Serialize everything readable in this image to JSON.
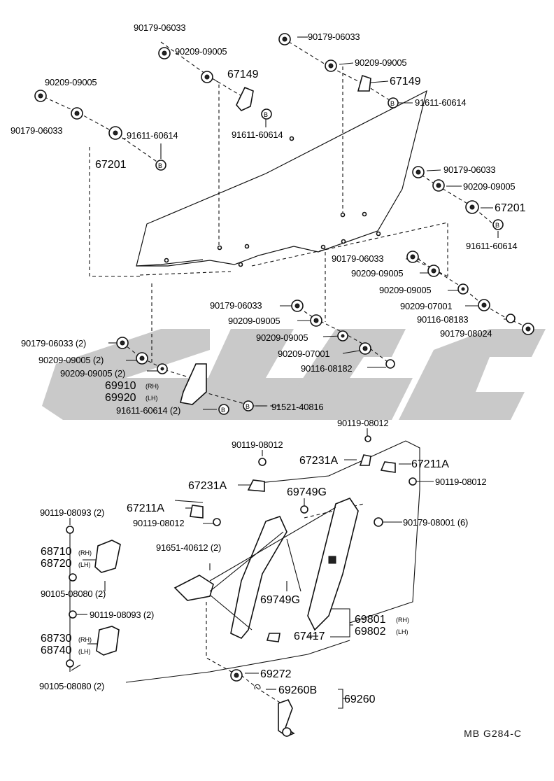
{
  "watermark": {
    "color": "#c9c9c9",
    "icon": "brand-watermark-logo"
  },
  "labels": {
    "a_90179_06033": "90179-06033",
    "a_90209_09005": "90209-09005",
    "a_67149": "67149",
    "a_91611_60614": "91611-60614",
    "b_90179_06033": "90179-06033",
    "b_90209_09005": "90209-09005",
    "b_67149": "67149",
    "b_91611_60614": "91611-60614",
    "c_90209_09005": "90209-09005",
    "c_90179_06033": "90179-06033",
    "c_91611_60614": "91611-60614",
    "c_67201": "67201",
    "d_90179_06033": "90179-06033",
    "d_90209_09005": "90209-09005",
    "d_67201": "67201",
    "d_91611_60614": "91611-60614",
    "e_90179_06033": "90179-06033",
    "e_90209_09005": "90209-09005",
    "e_90209_09005b": "90209-09005",
    "e_90209_07001": "90209-07001",
    "e_90116_08183": "90116-08183",
    "e_90179_08024": "90179-08024",
    "f_90179_06033": "90179-06033",
    "f_90209_09005": "90209-09005",
    "f_90209_09005b": "90209-09005",
    "f_90209_07001": "90209-07001",
    "f_90116_08182": "90116-08182",
    "g_90179_06033": "90179-06033 (2)",
    "g_90209_09005": "90209-09005 (2)",
    "g_90209_09005b": "90209-09005 (2)",
    "g_69910": "69910",
    "g_69910_side": "(RH)",
    "g_69920": "69920",
    "g_69920_side": "(LH)",
    "g_91611_60614": "91611-60614 (2)",
    "g_91521_40816": "91521-40816",
    "h_90119_08012a": "90119-08012",
    "h_90119_08012b": "90119-08012",
    "h_67231A_a": "67231A",
    "h_67211A_a": "67211A",
    "h_90119_08012c": "90119-08012",
    "h_67231A_b": "67231A",
    "h_69749G_a": "69749G",
    "h_90119_08093a": "90119-08093 (2)",
    "h_67211A_b": "67211A",
    "h_90119_08012d": "90119-08012",
    "h_90179_08001": "90179-08001 (6)",
    "h_68710": "68710",
    "h_68710_side": "(RH)",
    "h_68720": "68720",
    "h_68720_side": "(LH)",
    "h_91651_40612": "91651-40612 (2)",
    "h_90105_08080a": "90105-08080 (2)",
    "h_69749G_b": "69749G",
    "h_90119_08093b": "90119-08093 (2)",
    "h_69801": "69801",
    "h_69801_side": "(RH)",
    "h_67417": "67417",
    "h_69802": "69802",
    "h_69802_side": "(LH)",
    "h_68730": "68730",
    "h_68730_side": "(RH)",
    "h_68740": "68740",
    "h_68740_side": "(LH)",
    "h_90105_08080b": "90105-08080 (2)",
    "h_69272": "69272",
    "h_69260B": "69260B",
    "h_69260": "69260",
    "circle_b": "B",
    "footer_code": "MB  G284-C"
  }
}
